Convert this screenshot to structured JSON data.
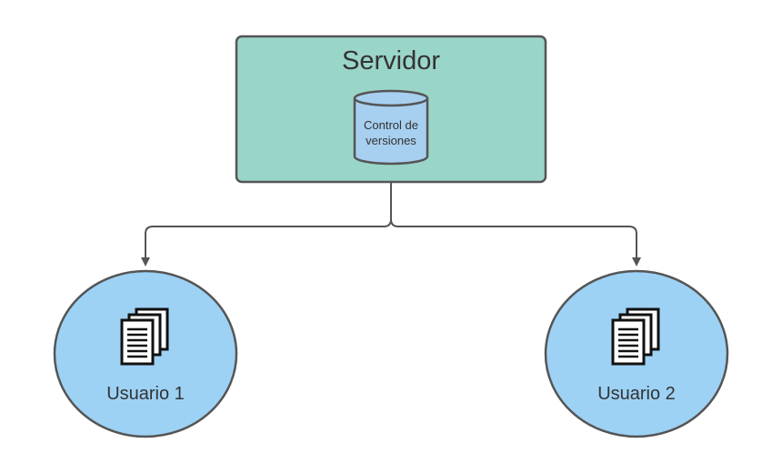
{
  "server": {
    "title": "Servidor",
    "database": {
      "line1": "Control de",
      "line2": "versiones"
    }
  },
  "users": [
    {
      "label": "Usuario 1",
      "icon": "documents-icon"
    },
    {
      "label": "Usuario 2",
      "icon": "documents-icon"
    }
  ],
  "colors": {
    "server_fill": "#9AD5C9",
    "database_fill": "#A7CFEF",
    "user_fill": "#9DD2F5",
    "stroke": "#555555",
    "text": "#333333"
  }
}
